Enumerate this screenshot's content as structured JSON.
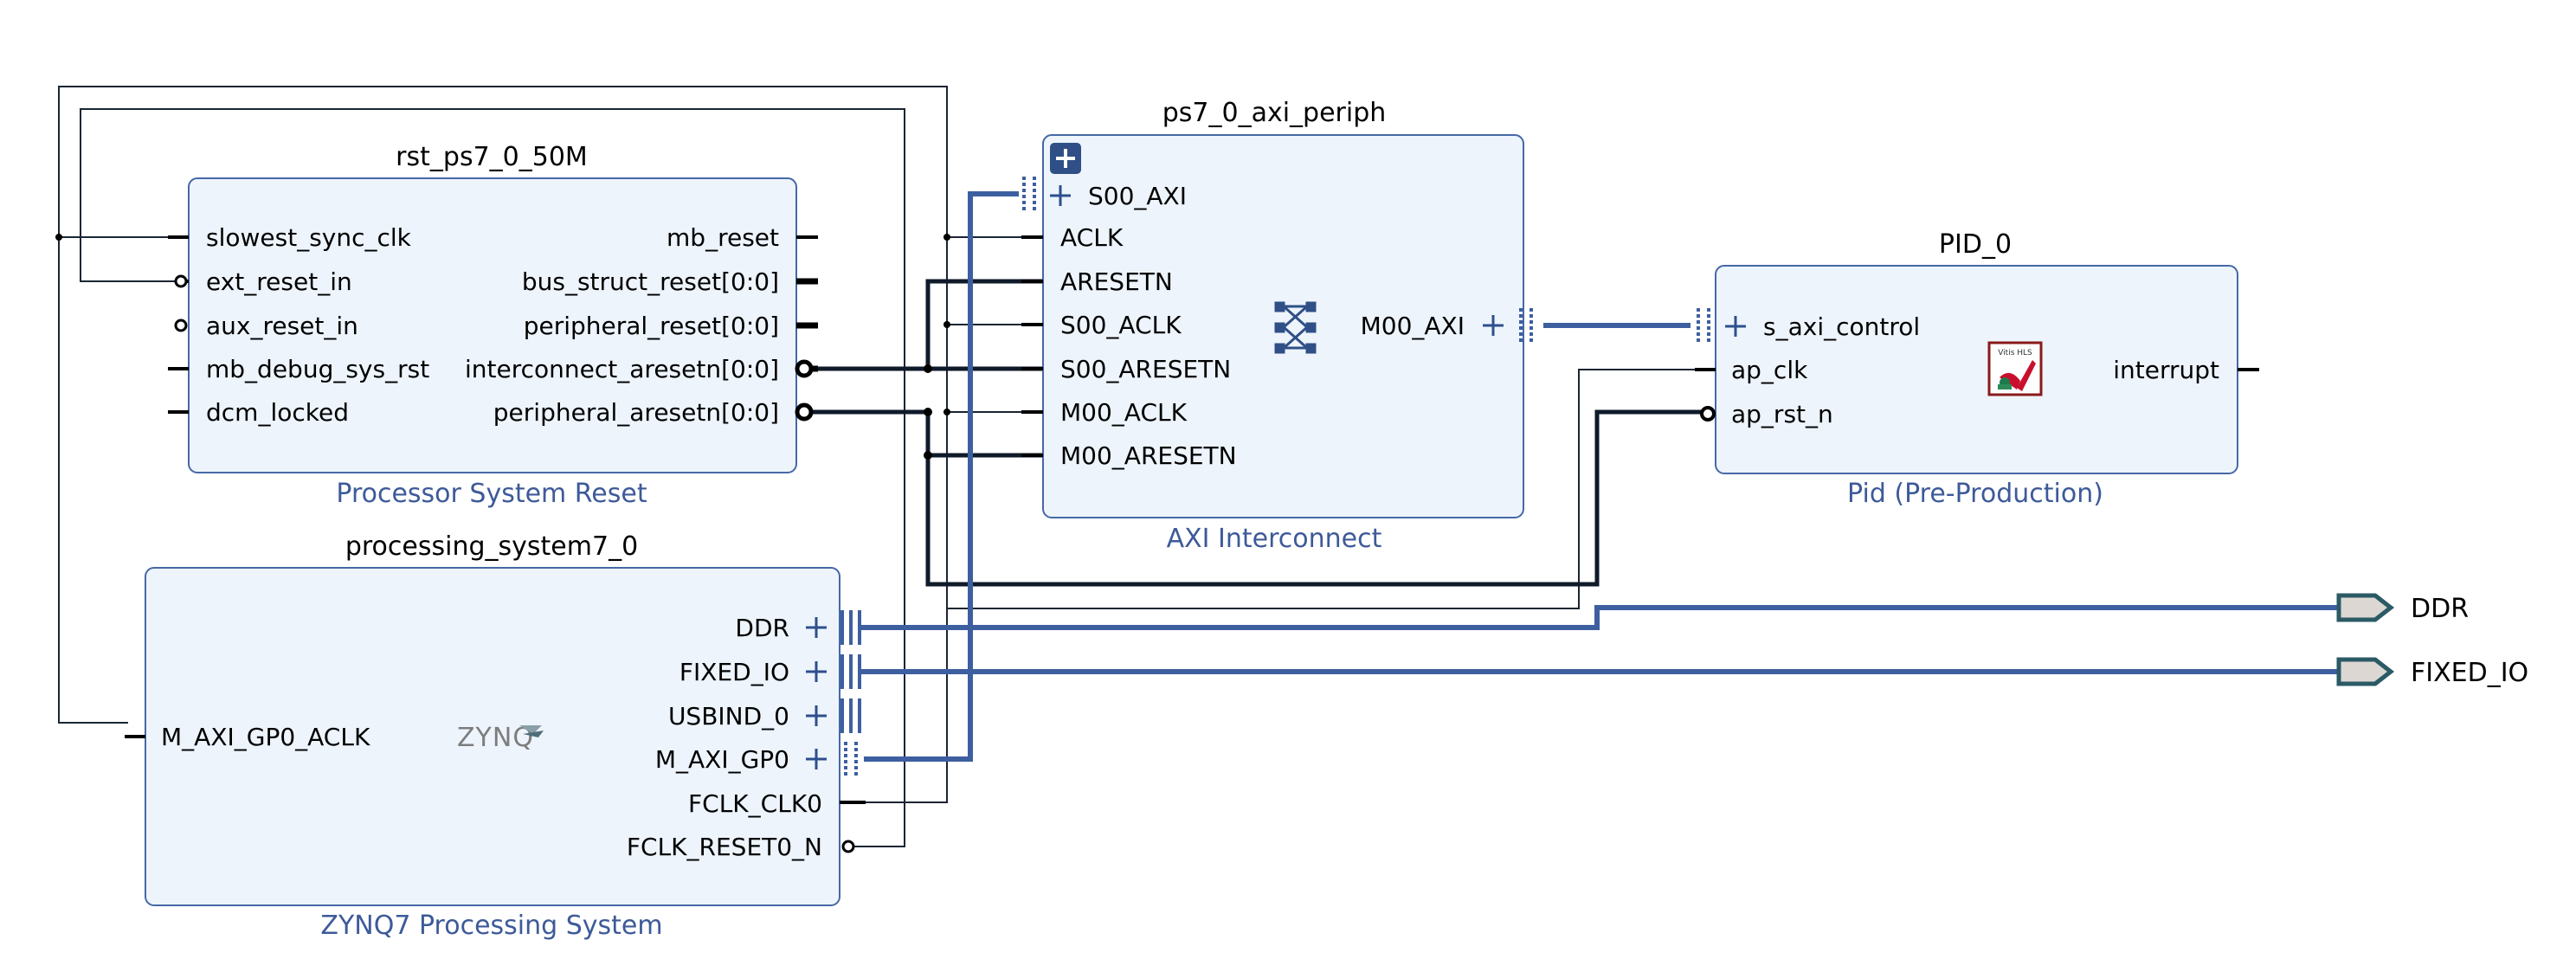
{
  "blocks": {
    "rst": {
      "instance": "rst_ps7_0_50M",
      "ip_name": "Processor System Reset",
      "inputs": [
        "slowest_sync_clk",
        "ext_reset_in",
        "aux_reset_in",
        "mb_debug_sys_rst",
        "dcm_locked"
      ],
      "outputs": [
        "mb_reset",
        "bus_struct_reset[0:0]",
        "peripheral_reset[0:0]",
        "interconnect_aresetn[0:0]",
        "peripheral_aresetn[0:0]"
      ]
    },
    "zynq": {
      "instance": "processing_system7_0",
      "ip_name": "ZYNQ7 Processing System",
      "logo": "ZYNQ",
      "inputs": [
        "M_AXI_GP0_ACLK"
      ],
      "outputs": [
        "DDR",
        "FIXED_IO",
        "USBIND_0",
        "M_AXI_GP0",
        "FCLK_CLK0",
        "FCLK_RESET0_N"
      ]
    },
    "axi": {
      "instance": "ps7_0_axi_periph",
      "ip_name": "AXI Interconnect",
      "inputs": [
        "S00_AXI",
        "ACLK",
        "ARESETN",
        "S00_ACLK",
        "S00_ARESETN",
        "M00_ACLK",
        "M00_ARESETN"
      ],
      "outputs": [
        "M00_AXI"
      ]
    },
    "pid": {
      "instance": "PID_0",
      "ip_name": "Pid (Pre-Production)",
      "logo": "Vitis HLS",
      "inputs": [
        "s_axi_control",
        "ap_clk",
        "ap_rst_n"
      ],
      "outputs": [
        "interrupt"
      ]
    }
  },
  "external_ports": [
    "DDR",
    "FIXED_IO"
  ],
  "colors": {
    "block_fill": "#edf4fc",
    "block_border": "#4668a6",
    "bus": "#3d5fa0",
    "ip_label": "#3d5a99",
    "port_fill": "#ddd7d3",
    "port_border": "#2b5a66"
  }
}
